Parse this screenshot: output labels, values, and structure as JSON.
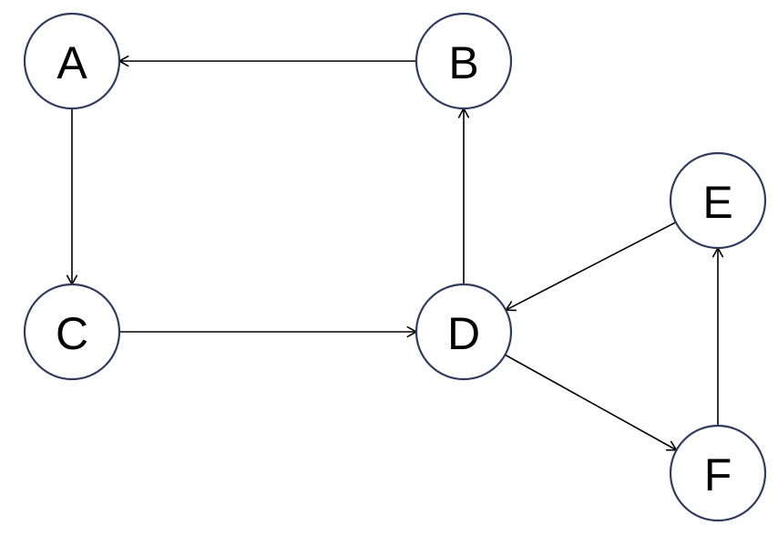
{
  "diagram": {
    "nodes": [
      {
        "id": "A",
        "label": "A"
      },
      {
        "id": "B",
        "label": "B"
      },
      {
        "id": "C",
        "label": "C"
      },
      {
        "id": "D",
        "label": "D"
      },
      {
        "id": "E",
        "label": "E"
      },
      {
        "id": "F",
        "label": "F"
      }
    ],
    "edges": [
      {
        "from": "B",
        "to": "A"
      },
      {
        "from": "A",
        "to": "C"
      },
      {
        "from": "C",
        "to": "D"
      },
      {
        "from": "D",
        "to": "B"
      },
      {
        "from": "E",
        "to": "D"
      },
      {
        "from": "D",
        "to": "F"
      },
      {
        "from": "F",
        "to": "E"
      }
    ],
    "colors": {
      "node_border": "#2f3b5e",
      "edge": "#000000",
      "background": "#ffffff"
    }
  }
}
